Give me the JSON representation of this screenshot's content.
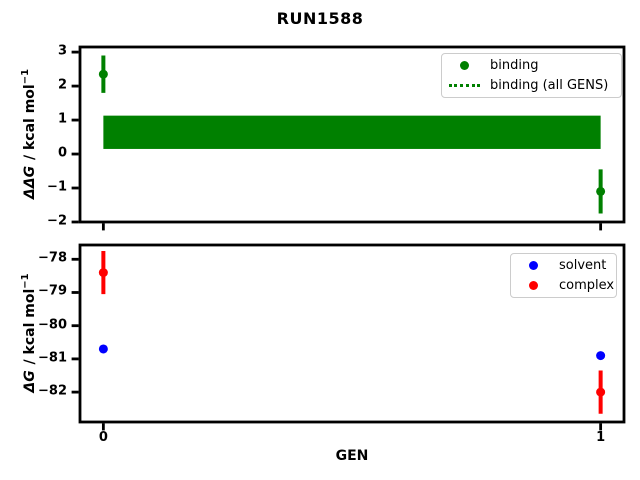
{
  "figure_title": "RUN1588",
  "colors": {
    "binding": "#008000",
    "solvent": "#0000ff",
    "complex": "#ff0000",
    "axis": "#000000",
    "legend_border": "#cccccc",
    "background": "#ffffff"
  },
  "chart_data": [
    {
      "type": "scatter",
      "subplot": "top",
      "title": "RUN1588",
      "xlabel": "",
      "ylabel": {
        "math": "ΔΔG",
        "units": " / kcal mol",
        "sup": "−1"
      },
      "xlim": [
        -0.047,
        1.047
      ],
      "ylim": [
        -2.0,
        3.15
      ],
      "grid": false,
      "ytick_values": [
        3,
        2,
        1,
        0,
        -1,
        -2
      ],
      "yticklabels": [
        "3",
        "2",
        "1",
        "0",
        "−1",
        "−2"
      ],
      "xtick_values": [
        0,
        1
      ],
      "xticklabels": [
        "",
        ""
      ],
      "series": [
        {
          "name": "binding",
          "color": "#008000",
          "marker": "circle",
          "x": [
            0,
            1
          ],
          "y": [
            2.35,
            -1.1
          ],
          "yerr": [
            0.55,
            0.65
          ]
        }
      ],
      "band": {
        "name": "binding (all GENS)",
        "color": "#008000",
        "linestyle": "dotted",
        "x_range": [
          0,
          1
        ],
        "y_low": 0.15,
        "y_high": 1.13,
        "mean": 0.63
      },
      "legend_position": "upper right",
      "legend": [
        {
          "label": "binding",
          "handle": "dot",
          "color": "#008000"
        },
        {
          "label": "binding (all GENS)",
          "handle": "dotted-line",
          "color": "#008000"
        }
      ]
    },
    {
      "type": "scatter",
      "subplot": "bottom",
      "title": "",
      "xlabel": "GEN",
      "ylabel": {
        "math": "ΔG",
        "units": " / kcal mol",
        "sup": "−1"
      },
      "xlim": [
        -0.047,
        1.047
      ],
      "ylim": [
        -82.9,
        -77.57
      ],
      "grid": false,
      "ytick_values": [
        -78,
        -79,
        -80,
        -81,
        -82
      ],
      "yticklabels": [
        "−78",
        "−79",
        "−80",
        "−81",
        "−82"
      ],
      "xtick_values": [
        0,
        1
      ],
      "xticklabels": [
        "0",
        "1"
      ],
      "series": [
        {
          "name": "solvent",
          "color": "#0000ff",
          "marker": "circle",
          "x": [
            0,
            1
          ],
          "y": [
            -80.7,
            -80.9
          ],
          "yerr": [
            0,
            0
          ]
        },
        {
          "name": "complex",
          "color": "#ff0000",
          "marker": "circle",
          "x": [
            0,
            1
          ],
          "y": [
            -78.4,
            -82.0
          ],
          "yerr": [
            0.65,
            0.65
          ]
        }
      ],
      "legend_position": "upper right",
      "legend": [
        {
          "label": "solvent",
          "handle": "dot",
          "color": "#0000ff"
        },
        {
          "label": "complex",
          "handle": "dot",
          "color": "#ff0000"
        }
      ]
    }
  ]
}
